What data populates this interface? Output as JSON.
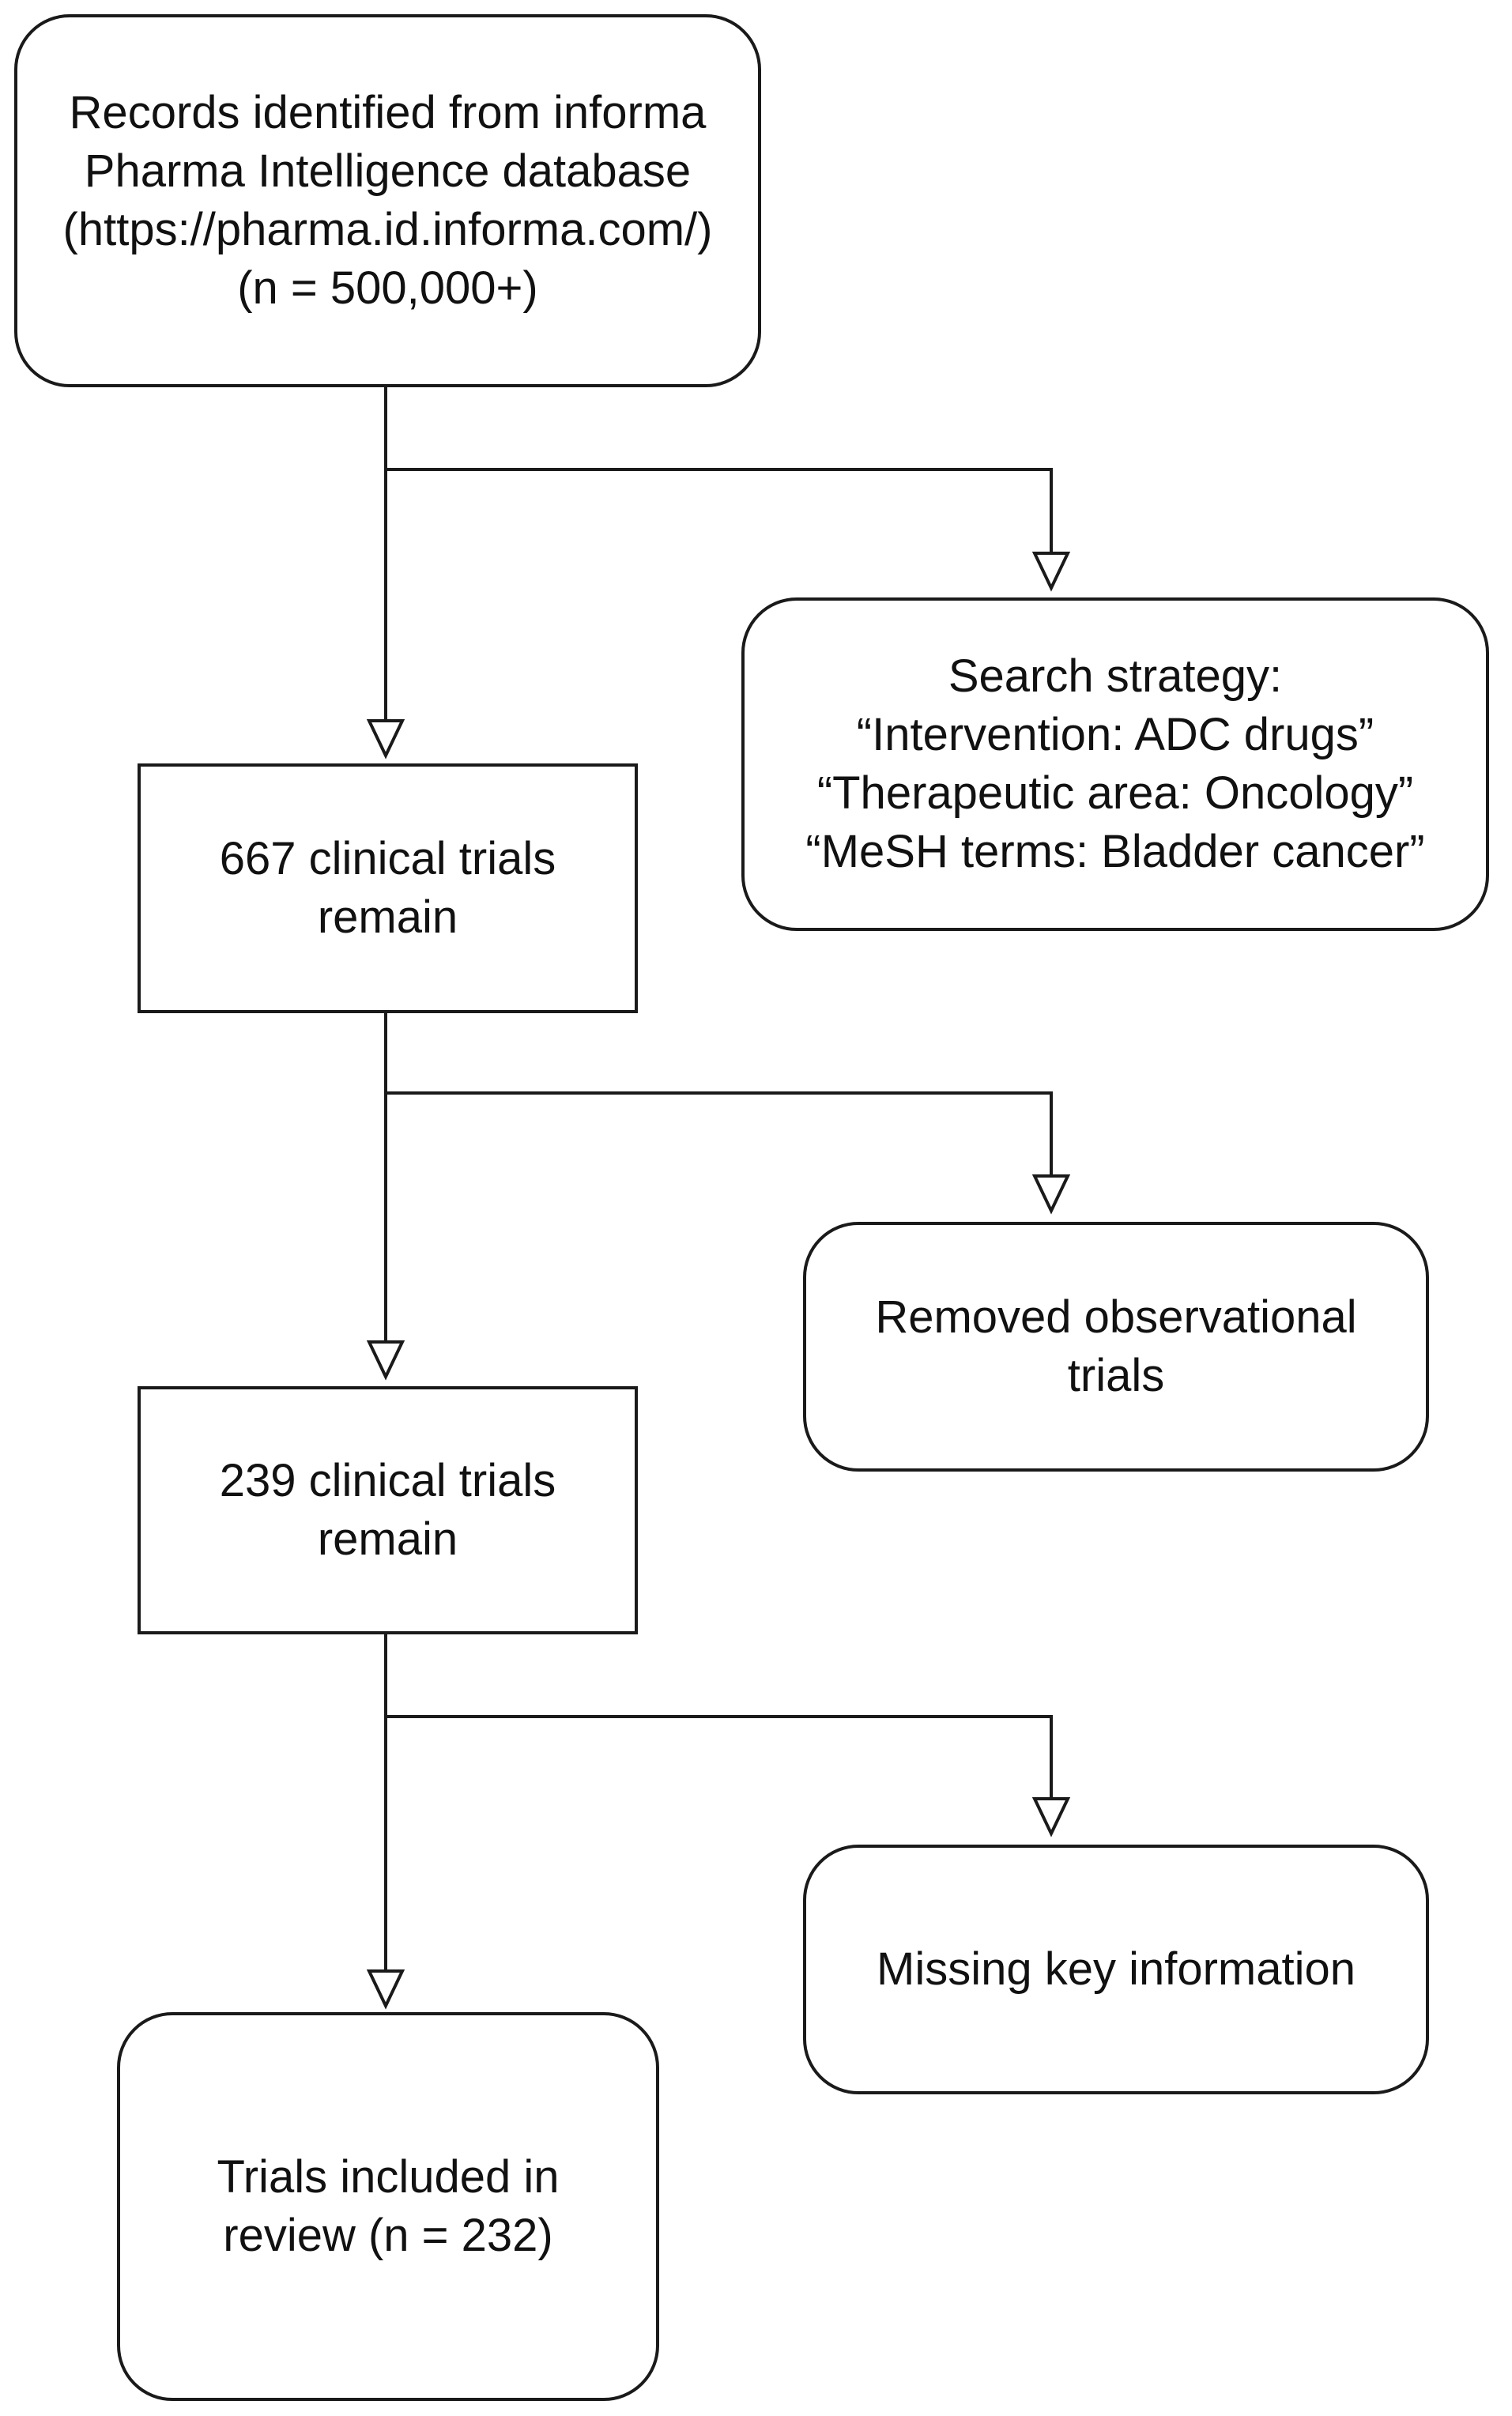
{
  "nodes": {
    "records": {
      "lines": [
        "Records identified from informa",
        "Pharma Intelligence database",
        "(https://pharma.id.informa.com/)",
        "(n = 500,000+)"
      ]
    },
    "search_strategy": {
      "lines": [
        "Search strategy:",
        "“Intervention: ADC drugs”",
        "“Therapeutic area: Oncology”",
        "“MeSH terms: Bladder cancer”"
      ]
    },
    "remain_667": {
      "lines": [
        "667 clinical trials",
        "remain"
      ]
    },
    "removed_observational": {
      "lines": [
        "Removed observational",
        "trials"
      ]
    },
    "remain_239": {
      "lines": [
        "239 clinical trials",
        "remain"
      ]
    },
    "missing_key_info": {
      "lines": [
        "Missing key information"
      ]
    },
    "included": {
      "lines": [
        "Trials included in",
        "review (n = 232)"
      ]
    }
  },
  "colors": {
    "stroke": "#1a1a1a",
    "background": "#ffffff"
  }
}
